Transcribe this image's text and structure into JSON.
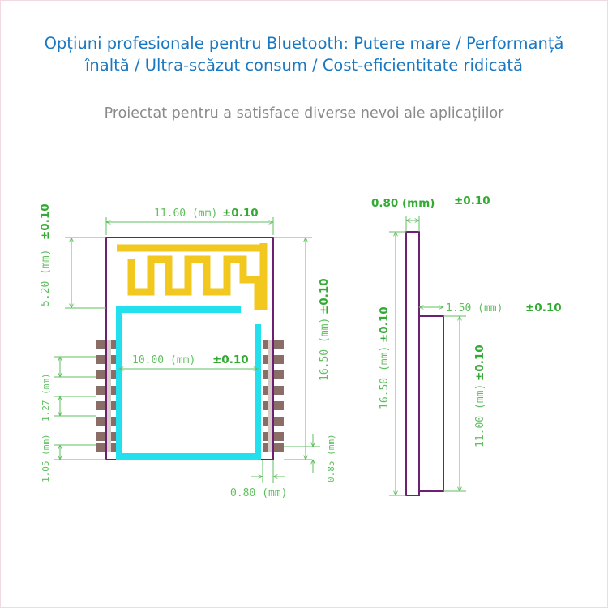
{
  "header": {
    "title_line1": "Opțiuni profesionale pentru Bluetooth: Putere mare / Performanță",
    "title_line2": "înaltă / Ultra-scăzut consum / Cost-eficientitate ridicată",
    "subtitle": "Proiectat pentru a satisface diverse nevoi ale aplicațiilor"
  },
  "front_view": {
    "width_num": "11.60 (mm)",
    "width_tol": "±0.10",
    "antenna_num": "5.20 (mm)",
    "antenna_tol": "±0.10",
    "height_num": "16.50 (mm)",
    "height_tol": "±0.10",
    "shield_num": "10.00 (mm)",
    "shield_tol": "±0.10",
    "pitch_num": "1.27 (mm)",
    "first_pad": "1.05 (mm)",
    "bottom_offset": "0.85 (mm)",
    "pad_width": "0.80 (mm)"
  },
  "side_view": {
    "thickness_num": "0.80 (mm)",
    "thickness_tol": "±0.10",
    "height_num": "16.50 (mm)",
    "height_tol": "±0.10",
    "shield_h_num": "1.50 (mm)",
    "shield_h_tol": "±0.10",
    "shield_len_num": "11.00 (mm)",
    "shield_len_tol": "±0.10"
  },
  "colors": {
    "outline": "#6b2072",
    "antenna": "#f2c81e",
    "shield": "#22e0ee",
    "dimension": "#5fbf5f",
    "pads": "#8a6d66",
    "title": "#1a78c2",
    "subtitle": "#8a8a8a"
  }
}
